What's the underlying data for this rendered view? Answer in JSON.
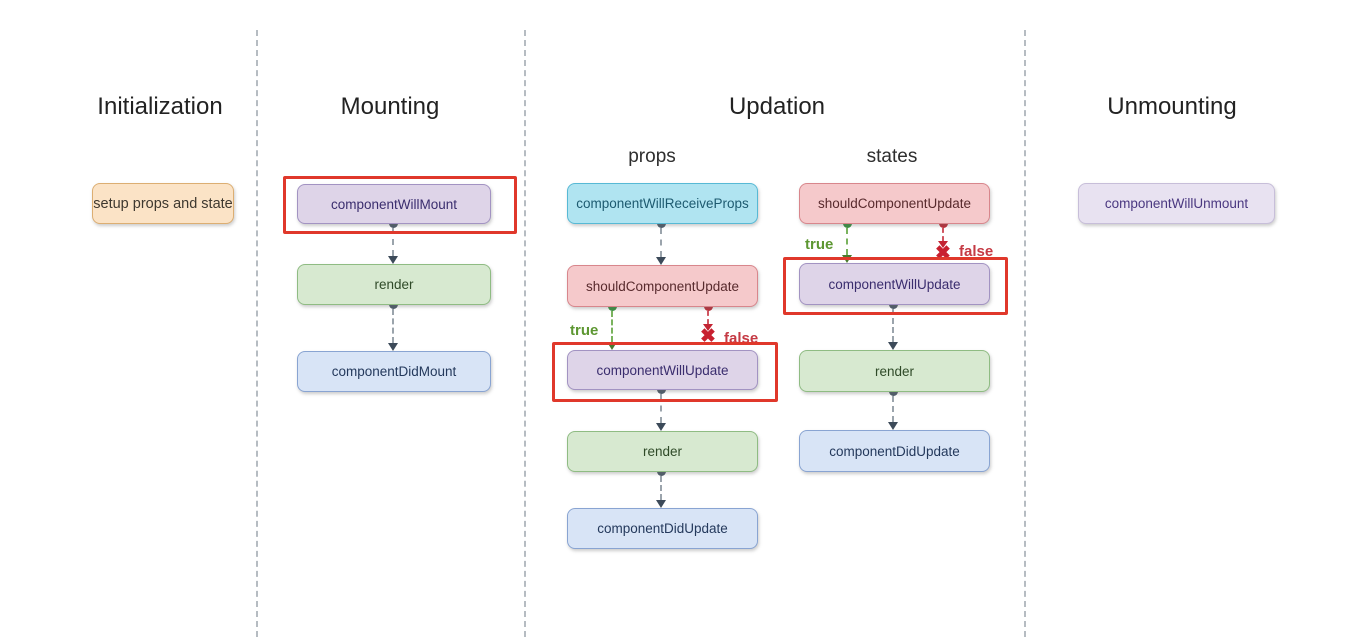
{
  "headers": {
    "initialization": "Initialization",
    "mounting": "Mounting",
    "updation": "Updation",
    "unmounting": "Unmounting"
  },
  "subheaders": {
    "props": "props",
    "states": "states"
  },
  "nodes": {
    "setup": "setup props and state",
    "will_mount": "componentWillMount",
    "mount_render": "render",
    "did_mount": "componentDidMount",
    "will_receive_props": "componentWillReceiveProps",
    "props_should_update": "shouldComponentUpdate",
    "props_will_update": "componentWillUpdate",
    "props_render": "render",
    "props_did_update": "componentDidUpdate",
    "states_should_update": "shouldComponentUpdate",
    "states_will_update": "componentWillUpdate",
    "states_render": "render",
    "states_did_update": "componentDidUpdate",
    "will_unmount": "componentWillUnmount"
  },
  "branch_labels": {
    "true": "true",
    "false": "false",
    "x_mark": "✖"
  },
  "colors": {
    "background": "#ffffff",
    "highlight_red": "#e0382b",
    "peach_fill": "#fbe3c6",
    "lavender_fill": "#ded4e8",
    "green_fill": "#d7e9d0",
    "blue_fill": "#d8e4f6",
    "cyan_fill": "#b0e4f1",
    "pink_fill": "#f5c9cb",
    "faint_lavender_fill": "#e8e2f1",
    "true_green": "#5d9732",
    "false_red": "#c53a44",
    "connector_gray": "#9ba4ac"
  }
}
